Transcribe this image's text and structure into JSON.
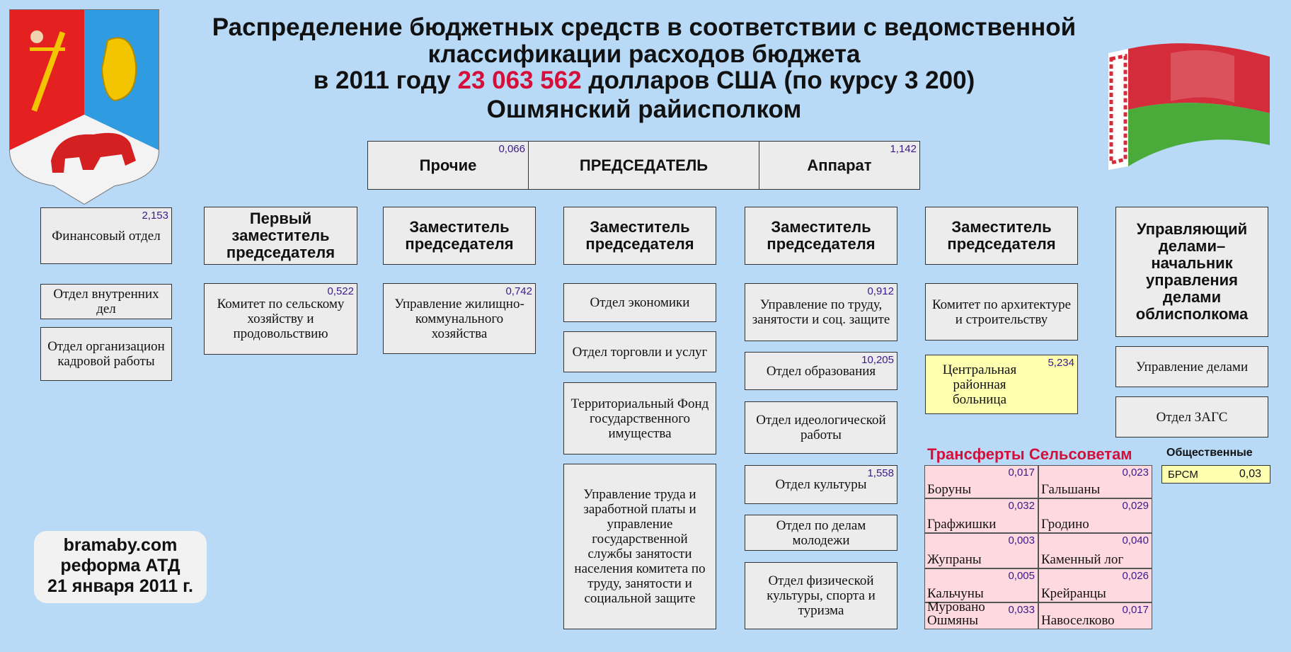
{
  "title": {
    "line1": "Распределение бюджетных средств в соответствии с ведомственной",
    "line2": "классификации расходов бюджета",
    "line3_pre": "в 2011 году ",
    "line3_amount": "23 063 562",
    "line3_post": " долларов США (по курсу 3 200)",
    "line4": "Ошмянский райисполком"
  },
  "top": {
    "other": {
      "label": "Прочие",
      "value": "0,066"
    },
    "chair": {
      "label": "ПРЕДСЕДАТЕЛЬ"
    },
    "apparat": {
      "label": "Аппарат",
      "value": "1,142"
    }
  },
  "columns": {
    "c1": {
      "units": [
        {
          "label": "Финансовый отдел",
          "value": "2,153"
        },
        {
          "label": "Отдел внутренних дел"
        },
        {
          "label": "Отдел организацион кадровой работы"
        }
      ]
    },
    "c2": {
      "head": "Первый заместитель председателя",
      "units": [
        {
          "label": "Комитет по сельскому хозяйству и продовольствию",
          "value": "0,522"
        }
      ]
    },
    "c3": {
      "head": "Заместитель председателя",
      "units": [
        {
          "label": "Управление жилищно-коммунального хозяйства",
          "value": "0,742"
        }
      ]
    },
    "c4": {
      "head": "Заместитель председателя",
      "units": [
        {
          "label": "Отдел экономики"
        },
        {
          "label": "Отдел торговли и услуг"
        },
        {
          "label": "Территориальный Фонд государственного имущества"
        },
        {
          "label": "Управление труда и заработной платы и управление государственной службы занятости населения комитета по труду, занятости и социальной защите"
        }
      ]
    },
    "c5": {
      "head": "Заместитель председателя",
      "units": [
        {
          "label": "Управление по труду, занятости и соц. защите",
          "value": "0,912"
        },
        {
          "label": "Отдел образования",
          "value": "10,205"
        },
        {
          "label": "Отдел идеологической работы"
        },
        {
          "label": "Отдел культуры",
          "value": "1,558"
        },
        {
          "label": "Отдел по делам молодежи"
        },
        {
          "label": "Отдел физической культуры, спорта и туризма"
        }
      ]
    },
    "c6": {
      "head": "Заместитель председателя",
      "units": [
        {
          "label": "Комитет по архитектуре и строительству"
        },
        {
          "label": "Центральная районная больница",
          "value": "5,234"
        }
      ]
    },
    "c7": {
      "head": "Управляющий делами– начальник управления делами облисполкома",
      "units": [
        {
          "label": "Управление делами"
        },
        {
          "label": "Отдел ЗАГС"
        }
      ]
    }
  },
  "transfers": {
    "title": "Трансферты Сельсоветам",
    "cells": [
      {
        "name": "Боруны",
        "value": "0,017"
      },
      {
        "name": "Гальшаны",
        "value": "0,023"
      },
      {
        "name": "Графжишки",
        "value": "0,032"
      },
      {
        "name": "Гродино",
        "value": "0,029"
      },
      {
        "name": "Жупраны",
        "value": "0,003"
      },
      {
        "name": "Каменный лог",
        "value": "0,040"
      },
      {
        "name": "Кальчуны",
        "value": "0,005"
      },
      {
        "name": "Крейранцы",
        "value": "0,026"
      },
      {
        "name": "Мурованo Ошмяны",
        "value": "0,033"
      },
      {
        "name": "Навоселково",
        "value": "0,017"
      }
    ]
  },
  "public": {
    "title": "Общественные",
    "name": "БРСМ",
    "value": "0,03"
  },
  "footer": {
    "line1": "bramaby.com",
    "line2": "реформа АТД",
    "line3": "21 января 2011 г."
  },
  "colors": {
    "background": "#b8daf7",
    "accent_red": "#d4103a",
    "value_text": "#3a1a8a",
    "highlight_yellow": "#ffffb0",
    "transfer_pink": "#ffd9e0"
  }
}
